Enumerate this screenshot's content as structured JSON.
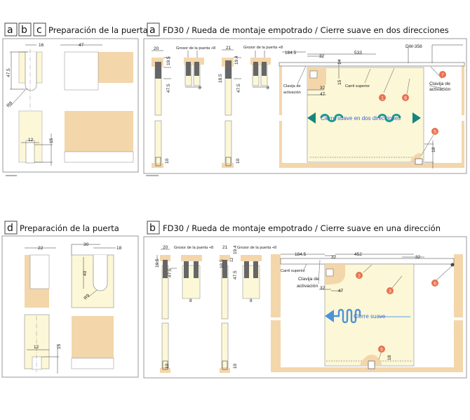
{
  "top_left": {
    "boxes": [
      "a",
      "b",
      "c"
    ],
    "title": "Preparación de la puerta",
    "dims": {
      "w16": "16",
      "w47": "47",
      "h47_5": "47.5",
      "r8": "R8",
      "w12": "12",
      "h15": "15"
    }
  },
  "top_right": {
    "box": "a",
    "title": "FD30 / Rueda de montaje empotrado / Cierre suave en dos direcciones",
    "profile1": {
      "w": "20",
      "h1": "19.5",
      "h2": "47.5",
      "h3": "10",
      "grosor": "Grosor de la puerta +8",
      "g": "8"
    },
    "profile2": {
      "w": "21",
      "h1": "19.4",
      "h0": "18.5",
      "h2": "47.5",
      "h3": "10",
      "grosor": "Grosor de la puerta +8",
      "g": "8"
    },
    "main": {
      "d1": "184.5",
      "d2": "32",
      "d3": "533",
      "model": "DW-358",
      "d14": "14",
      "d15": "15",
      "rail": "Carril superior",
      "clavija1": "Clavija de",
      "activacion1": "activación",
      "d32b": "32",
      "d47": "47",
      "clavija2": "Clavija de",
      "activacion2": "activación",
      "d18": "18",
      "badges": [
        "1",
        "8",
        "7",
        "5"
      ],
      "arrow_text": "Cierre suave en dos direcciones"
    }
  },
  "bottom_left": {
    "box": "d",
    "title": "Preparación de la puerta",
    "dims": {
      "w22": "22",
      "w30": "30",
      "w18": "18",
      "h40": "40",
      "r9": "R9",
      "w12": "12",
      "h15": "15"
    }
  },
  "bottom_right": {
    "box": "b",
    "title": "FD30 / Rueda de montaje empotrado / Cierre suave en una dirección",
    "profile1": {
      "w": "20",
      "h1": "19.5",
      "h2": "47.5",
      "h3": "10",
      "grosor": "Grosor de la puerta +8",
      "g": "8"
    },
    "profile2": {
      "w": "21",
      "h0": "18.5",
      "h1": "19.4",
      "h12": "12",
      "h2": "47.5",
      "h3": "10",
      "grosor": "Grosor de la puerta +8",
      "g": "8"
    },
    "main": {
      "d1": "184.5",
      "d2": "32",
      "d3": "452",
      "d4": "32",
      "rail": "Carril superior",
      "clavija": "Clavija de",
      "activacion": "activación",
      "d32b": "32",
      "d47": "47",
      "d18": "18",
      "badges": [
        "2",
        "3",
        "6",
        "5"
      ],
      "arrow_text": "Cierre suave"
    }
  },
  "colors": {
    "wood": "#f3d6aa",
    "door": "#fcf7d6",
    "teal": "#16857c",
    "blue": "#4b93dc",
    "badge": "#e8724f"
  }
}
